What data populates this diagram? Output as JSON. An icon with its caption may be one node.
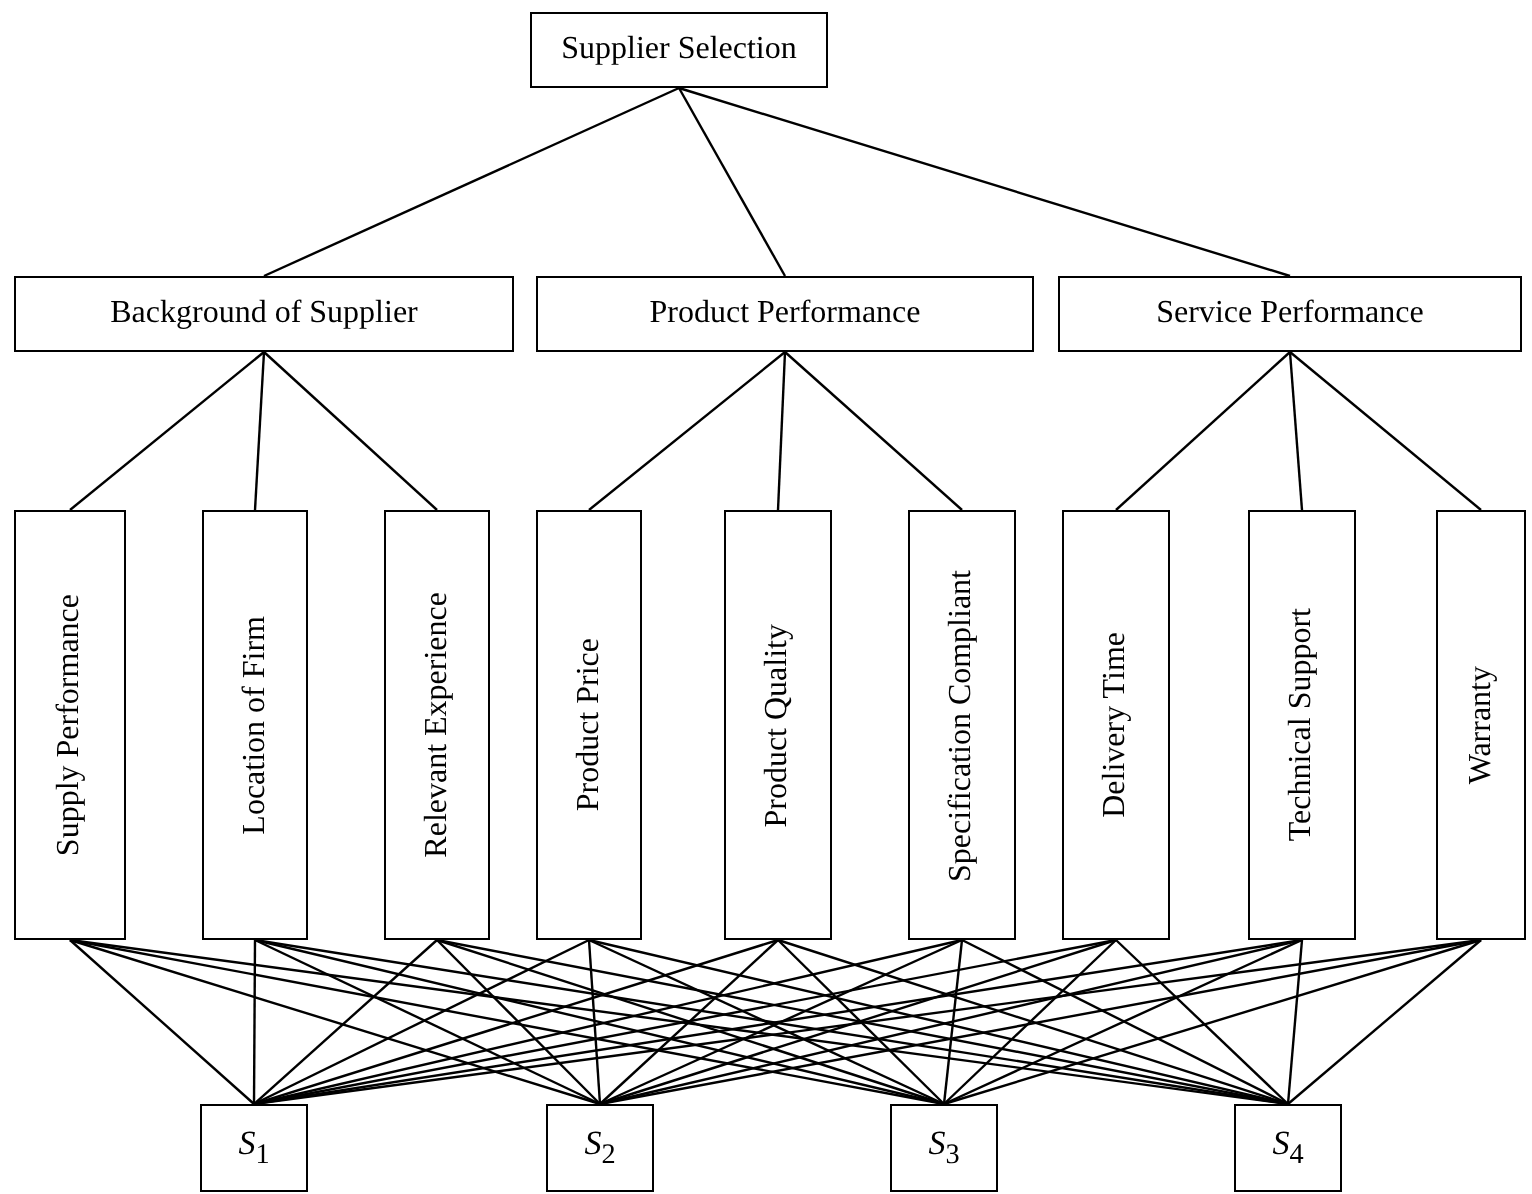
{
  "diagram": {
    "nodes": [
      {
        "text": [
          "Supplier Selection"
        ]
      },
      {
        "text": [
          "Background of Supplier"
        ]
      },
      {
        "text": [
          "Product Performance"
        ]
      },
      {
        "text": [
          "Service Performance"
        ]
      },
      {
        "text": [
          "Supply Performance"
        ]
      },
      {
        "text": [
          "Location of Firm"
        ]
      },
      {
        "text": [
          "Relevant Experience"
        ]
      },
      {
        "text": [
          "Product Price"
        ]
      },
      {
        "text": [
          "Product Quality"
        ]
      },
      {
        "text": [
          "Specification Compliant"
        ]
      },
      {
        "text": [
          "Delivery Time"
        ]
      },
      {
        "text": [
          "Technical Support"
        ]
      },
      {
        "text": [
          "Warranty"
        ]
      },
      {
        "text": [
          "*S*$_{1}$"
        ]
      },
      {
        "text": [
          "*S*$_{2}$"
        ]
      },
      {
        "text": [
          "*S*$_{3}$"
        ]
      },
      {
        "text": [
          "*S*$_{4}$"
        ]
      }
    ],
    "edges": [
      {
        "from": 0,
        "to": 1,
        "arrow": "none"
      },
      {
        "from": 0,
        "to": 2,
        "arrow": "none"
      },
      {
        "from": 0,
        "to": 3,
        "arrow": "none"
      },
      {
        "from": 1,
        "to": 4,
        "arrow": "none"
      },
      {
        "from": 1,
        "to": 5,
        "arrow": "none"
      },
      {
        "from": 1,
        "to": 6,
        "arrow": "none"
      },
      {
        "from": 2,
        "to": 7,
        "arrow": "none"
      },
      {
        "from": 2,
        "to": 8,
        "arrow": "none"
      },
      {
        "from": 2,
        "to": 9,
        "arrow": "none"
      },
      {
        "from": 3,
        "to": 10,
        "arrow": "none"
      },
      {
        "from": 3,
        "to": 11,
        "arrow": "none"
      },
      {
        "from": 3,
        "to": 12,
        "arrow": "none"
      },
      {
        "from": 4,
        "to": 13,
        "arrow": "none"
      },
      {
        "from": 4,
        "to": 14,
        "arrow": "none"
      },
      {
        "from": 4,
        "to": 15,
        "arrow": "none"
      },
      {
        "from": 4,
        "to": 16,
        "arrow": "none"
      },
      {
        "from": 5,
        "to": 13,
        "arrow": "none"
      },
      {
        "from": 5,
        "to": 14,
        "arrow": "none"
      },
      {
        "from": 5,
        "to": 15,
        "arrow": "none"
      },
      {
        "from": 5,
        "to": 16,
        "arrow": "none"
      },
      {
        "from": 6,
        "to": 13,
        "arrow": "none"
      },
      {
        "from": 6,
        "to": 14,
        "arrow": "none"
      },
      {
        "from": 6,
        "to": 15,
        "arrow": "none"
      },
      {
        "from": 6,
        "to": 16,
        "arrow": "none"
      },
      {
        "from": 7,
        "to": 13,
        "arrow": "none"
      },
      {
        "from": 7,
        "to": 14,
        "arrow": "none"
      },
      {
        "from": 7,
        "to": 15,
        "arrow": "none"
      },
      {
        "from": 7,
        "to": 16,
        "arrow": "none"
      },
      {
        "from": 8,
        "to": 13,
        "arrow": "none"
      },
      {
        "from": 8,
        "to": 14,
        "arrow": "none"
      },
      {
        "from": 8,
        "to": 15,
        "arrow": "none"
      },
      {
        "from": 8,
        "to": 16,
        "arrow": "none"
      },
      {
        "from": 9,
        "to": 13,
        "arrow": "none"
      },
      {
        "from": 9,
        "to": 14,
        "arrow": "none"
      },
      {
        "from": 9,
        "to": 15,
        "arrow": "none"
      },
      {
        "from": 9,
        "to": 16,
        "arrow": "none"
      },
      {
        "from": 10,
        "to": 13,
        "arrow": "none"
      },
      {
        "from": 10,
        "to": 14,
        "arrow": "none"
      },
      {
        "from": 10,
        "to": 15,
        "arrow": "none"
      },
      {
        "from": 10,
        "to": 16,
        "arrow": "none"
      },
      {
        "from": 11,
        "to": 13,
        "arrow": "none"
      },
      {
        "from": 11,
        "to": 14,
        "arrow": "none"
      },
      {
        "from": 11,
        "to": 15,
        "arrow": "none"
      },
      {
        "from": 11,
        "to": 16,
        "arrow": "none"
      },
      {
        "from": 12,
        "to": 13,
        "arrow": "none"
      },
      {
        "from": 12,
        "to": 14,
        "arrow": "none"
      },
      {
        "from": 12,
        "to": 15,
        "arrow": "none"
      },
      {
        "from": 12,
        "to": 16,
        "arrow": "none"
      }
    ]
  }
}
